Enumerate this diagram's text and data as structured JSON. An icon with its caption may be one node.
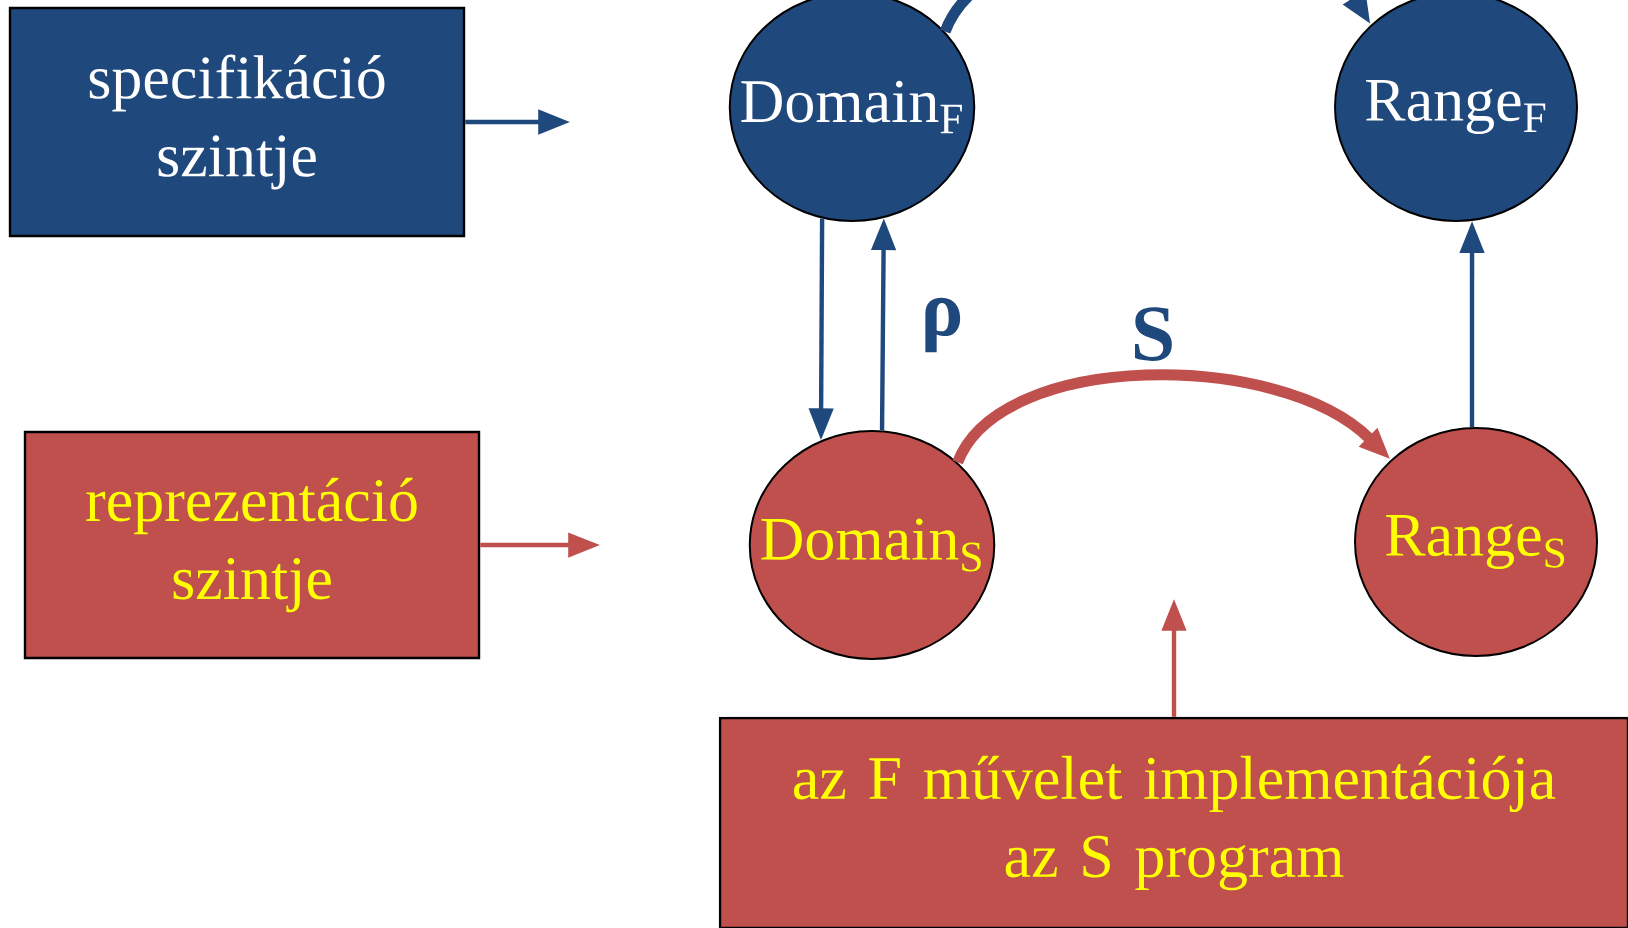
{
  "diagram": {
    "nodes": [
      {
        "text": [
          "specifikáció szintje"
        ]
      },
      {
        "text": [
          "Domain$_{F}$"
        ]
      },
      {
        "text": [
          "Range$_{F}$"
        ]
      },
      {
        "text": [
          "reprezentáció szintje"
        ]
      },
      {
        "text": [
          "Domain$_{S}$"
        ]
      },
      {
        "text": [
          "Range$_{S}$"
        ]
      },
      {
        "text": [
          "az F művelet implementációja az S program"
        ]
      }
    ],
    "edges": [
      {
        "from": 0,
        "to": null,
        "arrow": "to"
      },
      {
        "from": 1,
        "to": 4,
        "arrow": "to"
      },
      {
        "from": 4,
        "to": 1,
        "arrow": "to",
        "label": "ρ"
      },
      {
        "from": 4,
        "to": 5,
        "arrow": "to",
        "label": "S",
        "style": "thick",
        "color": "#c0504d"
      },
      {
        "from": 5,
        "to": 2,
        "arrow": "to"
      },
      {
        "from": 1,
        "to": 2,
        "arrow": "to",
        "style": "thick"
      },
      {
        "from": 3,
        "to": null,
        "arrow": "to",
        "color": "#c0504d"
      },
      {
        "from": 6,
        "to": null,
        "arrow": "to",
        "color": "#c0504d"
      }
    ]
  }
}
